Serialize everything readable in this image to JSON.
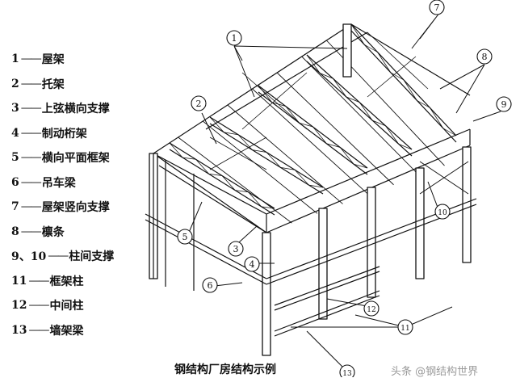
{
  "legend": [
    {
      "num": "1",
      "dash": "——",
      "term": "屋架"
    },
    {
      "num": "2",
      "dash": "——",
      "term": "托架"
    },
    {
      "num": "3",
      "dash": "——",
      "term": "上弦横向支撑"
    },
    {
      "num": "4",
      "dash": "——",
      "term": "制动桁架"
    },
    {
      "num": "5",
      "dash": "——",
      "term": "横向平面框架"
    },
    {
      "num": "6",
      "dash": "——",
      "term": "吊车梁"
    },
    {
      "num": "7",
      "dash": "——",
      "term": "屋架竖向支撑"
    },
    {
      "num": "8",
      "dash": "——",
      "term": "檩条"
    },
    {
      "num": "9、10",
      "dash": "——",
      "term": "柱间支撑"
    },
    {
      "num": "11",
      "dash": "——",
      "term": "框架柱"
    },
    {
      "num": "12",
      "dash": "——",
      "term": "中间柱"
    },
    {
      "num": "13",
      "dash": "——",
      "term": "墙架梁"
    }
  ],
  "caption": "钢结构厂房结构示例",
  "watermark": "头条 @钢结构世界",
  "callouts": [
    "1",
    "2",
    "3",
    "4",
    "5",
    "6",
    "7",
    "8",
    "9",
    "10",
    "11",
    "12",
    "13"
  ]
}
